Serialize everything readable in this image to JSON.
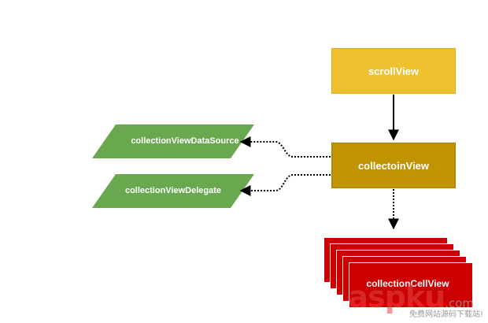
{
  "nodes": {
    "scroll_view": "scrollView",
    "collection_view": "collectoinView",
    "data_source": "collectionViewDataSource",
    "delegate": "collectionViewDelegate",
    "cell": "collectionCellView"
  },
  "colors": {
    "scroll_view_fill": "#efc12f",
    "collection_view_fill": "#c09300",
    "protocol_fill": "#6aa84f",
    "cell_fill": "#cc0000"
  },
  "watermark": {
    "main": "aspku",
    "tld": ".com",
    "tagline": "免费网站源码下载站!"
  }
}
